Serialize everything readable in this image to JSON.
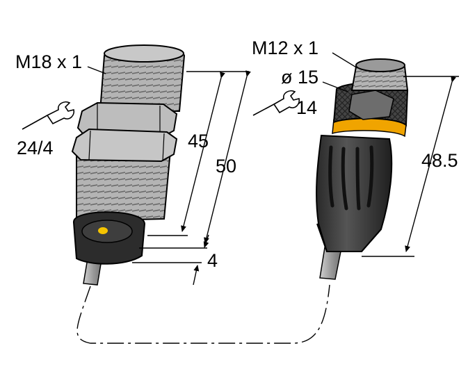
{
  "labels": {
    "sensor_thread": "M18 x 1",
    "sensor_wrench": "24/4",
    "dim_45": "45",
    "dim_50": "50",
    "dim_4": "4",
    "connector_thread": "M12 x 1",
    "connector_diameter": "ø 15",
    "connector_wrench": "14",
    "dim_48_5": "48.5"
  },
  "colors": {
    "thread_gray": "#a8a8a8",
    "cable_gray": "#9a9a9a",
    "connector_black": "#3a3a3a",
    "led_yellow": "#f5c400",
    "o_ring_orange": "#f0a400"
  },
  "icons": [
    "wrench-icon"
  ]
}
